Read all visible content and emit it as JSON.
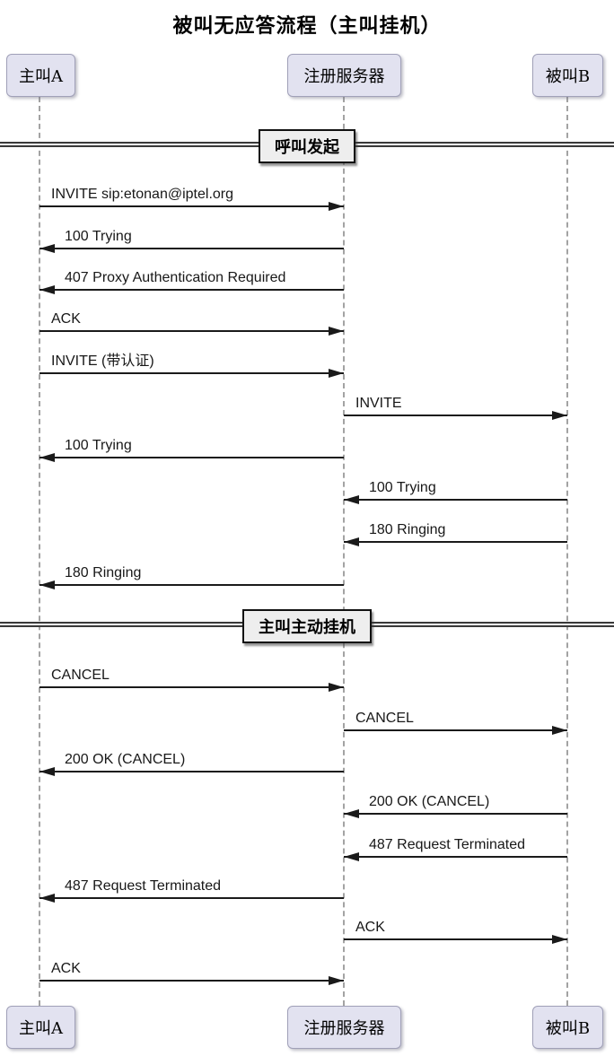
{
  "title": "被叫无应答流程（主叫挂机）",
  "participants": [
    {
      "id": "A",
      "label": "主叫A"
    },
    {
      "id": "S",
      "label": "注册服务器"
    },
    {
      "id": "B",
      "label": "被叫B"
    }
  ],
  "dividers": [
    {
      "label": "呼叫发起"
    },
    {
      "label": "主叫主动挂机"
    }
  ],
  "messages": [
    {
      "label": "INVITE sip:etonan@iptel.org",
      "from": "A",
      "to": "S"
    },
    {
      "label": "100 Trying",
      "from": "S",
      "to": "A"
    },
    {
      "label": "407 Proxy Authentication Required",
      "from": "S",
      "to": "A"
    },
    {
      "label": "ACK",
      "from": "A",
      "to": "S"
    },
    {
      "label": "INVITE (带认证)",
      "from": "A",
      "to": "S"
    },
    {
      "label": "INVITE",
      "from": "S",
      "to": "B"
    },
    {
      "label": "100 Trying",
      "from": "S",
      "to": "A"
    },
    {
      "label": "100 Trying",
      "from": "B",
      "to": "S"
    },
    {
      "label": "180 Ringing",
      "from": "B",
      "to": "S"
    },
    {
      "label": "180 Ringing",
      "from": "S",
      "to": "A"
    },
    {
      "label": "CANCEL",
      "from": "A",
      "to": "S"
    },
    {
      "label": "CANCEL",
      "from": "S",
      "to": "B"
    },
    {
      "label": "200 OK (CANCEL)",
      "from": "S",
      "to": "A"
    },
    {
      "label": "200 OK (CANCEL)",
      "from": "B",
      "to": "S"
    },
    {
      "label": "487 Request Terminated",
      "from": "B",
      "to": "S"
    },
    {
      "label": "487 Request Terminated",
      "from": "S",
      "to": "A"
    },
    {
      "label": "ACK",
      "from": "S",
      "to": "B"
    },
    {
      "label": "ACK",
      "from": "A",
      "to": "S"
    }
  ],
  "colors": {
    "participant_fill": "#E2E2F0",
    "participant_border": "#A0A0B8",
    "divider_fill": "#EEEEEE",
    "lifeline": "#A3A3A3",
    "arrow": "#1A1A1A",
    "background": "#FFFFFF"
  }
}
